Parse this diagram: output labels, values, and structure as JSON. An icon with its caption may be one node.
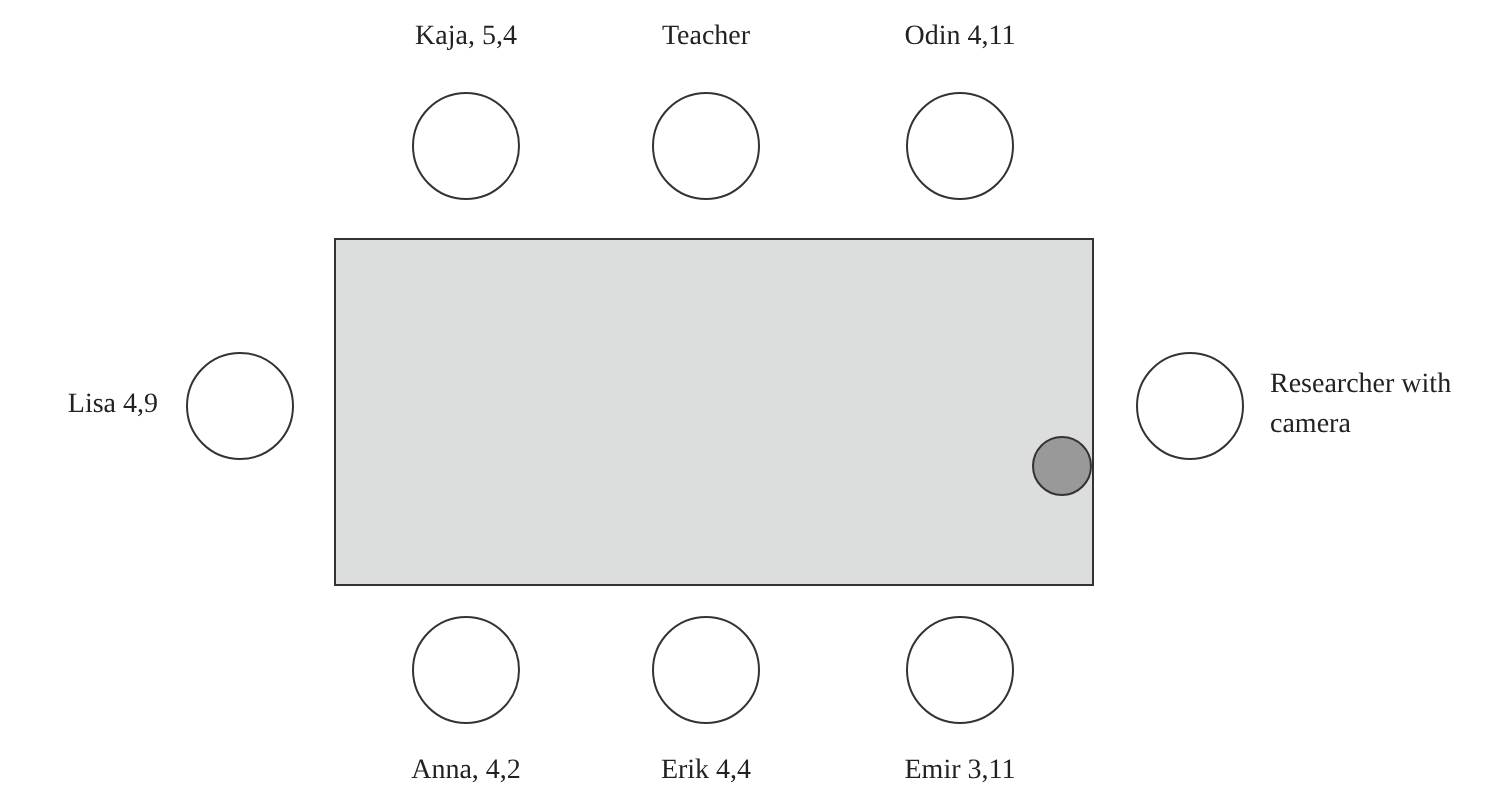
{
  "diagram": {
    "nodes": [
      {
        "text": [],
        "shape": "circle",
        "beside": [
          "Kaja, 5,4"
        ]
      },
      {
        "text": [],
        "shape": "circle",
        "beside": [
          "Teacher"
        ]
      },
      {
        "text": [],
        "shape": "circle",
        "beside": [
          "Odin 4,11"
        ]
      },
      {
        "text": [],
        "shape": "box"
      },
      {
        "text": [],
        "shape": "circle",
        "beside": [
          "Lisa 4,9"
        ]
      },
      {
        "text": [],
        "shape": "circle",
        "in": 3
      },
      {
        "text": [],
        "shape": "circle",
        "beside": [
          "Researcher with camera"
        ]
      },
      {
        "text": [],
        "shape": "circle",
        "beside": [
          "Anna, 4,2"
        ]
      },
      {
        "text": [],
        "shape": "circle",
        "beside": [
          "Erik 4,4"
        ]
      },
      {
        "text": [],
        "shape": "circle",
        "beside": [
          "Emir 3,11"
        ]
      }
    ]
  }
}
